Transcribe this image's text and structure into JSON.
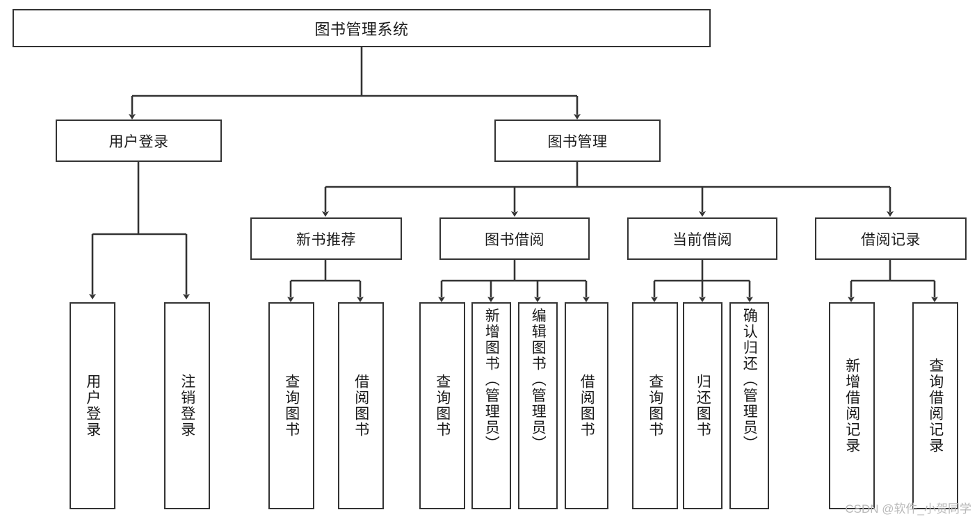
{
  "diagram": {
    "type": "tree-hierarchy",
    "title": "图书管理系统",
    "colors": {
      "stroke": "#333333",
      "box_fill": "#ffffff",
      "text": "#1a1a1a",
      "watermark": "#b9b9b9",
      "background": "#ffffff"
    },
    "watermark": "CSDN @软件_小贺同学",
    "levels": [
      {
        "level": 1,
        "nodes": [
          {
            "id": "root",
            "label": "图书管理系统",
            "orientation": "horizontal"
          }
        ]
      },
      {
        "level": 2,
        "nodes": [
          {
            "id": "user-login",
            "label": "用户登录",
            "orientation": "horizontal",
            "parent": "root"
          },
          {
            "id": "book-manage",
            "label": "图书管理",
            "orientation": "horizontal",
            "parent": "root"
          }
        ]
      },
      {
        "level": 3,
        "nodes": [
          {
            "id": "new-book-recommend",
            "label": "新书推荐",
            "orientation": "horizontal",
            "parent": "book-manage"
          },
          {
            "id": "book-borrow",
            "label": "图书借阅",
            "orientation": "horizontal",
            "parent": "book-manage"
          },
          {
            "id": "current-borrow",
            "label": "当前借阅",
            "orientation": "horizontal",
            "parent": "book-manage"
          },
          {
            "id": "borrow-record",
            "label": "借阅记录",
            "orientation": "horizontal",
            "parent": "book-manage"
          }
        ]
      },
      {
        "level": 4,
        "nodes": [
          {
            "id": "leaf-user-login",
            "label": "用户登录",
            "orientation": "vertical",
            "parent": "user-login"
          },
          {
            "id": "leaf-user-logout",
            "label": "注销登录",
            "orientation": "vertical",
            "parent": "user-login"
          },
          {
            "id": "leaf-query-book-1",
            "label": "查询图书",
            "orientation": "vertical",
            "parent": "new-book-recommend"
          },
          {
            "id": "leaf-borrow-book-1",
            "label": "借阅图书",
            "orientation": "vertical",
            "parent": "new-book-recommend"
          },
          {
            "id": "leaf-query-book-2",
            "label": "查询图书",
            "orientation": "vertical",
            "parent": "book-borrow"
          },
          {
            "id": "leaf-add-book",
            "label": "新增图书（管理员）",
            "orientation": "vertical",
            "parent": "book-borrow"
          },
          {
            "id": "leaf-edit-book",
            "label": "编辑图书（管理员）",
            "orientation": "vertical",
            "parent": "book-borrow"
          },
          {
            "id": "leaf-borrow-book-2",
            "label": "借阅图书",
            "orientation": "vertical",
            "parent": "book-borrow"
          },
          {
            "id": "leaf-query-book-3",
            "label": "查询图书",
            "orientation": "vertical",
            "parent": "current-borrow"
          },
          {
            "id": "leaf-return-book",
            "label": "归还图书",
            "orientation": "vertical",
            "parent": "current-borrow"
          },
          {
            "id": "leaf-confirm-return",
            "label": "确认归还（管理员）",
            "orientation": "vertical",
            "parent": "current-borrow"
          },
          {
            "id": "leaf-add-record",
            "label": "新增借阅记录",
            "orientation": "vertical",
            "parent": "borrow-record"
          },
          {
            "id": "leaf-query-record",
            "label": "查询借阅记录",
            "orientation": "vertical",
            "parent": "borrow-record"
          }
        ]
      }
    ]
  }
}
